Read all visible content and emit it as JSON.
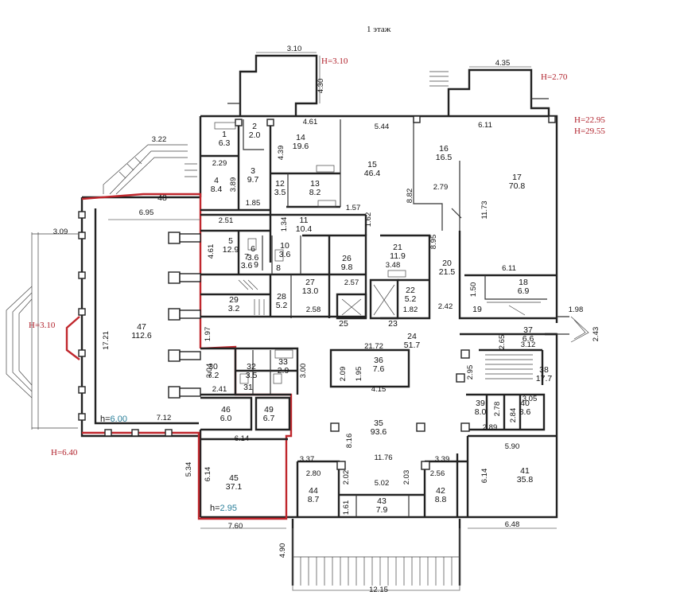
{
  "title": "1 этаж",
  "colors": {
    "wall": "#222222",
    "highlight": "#c0272d",
    "height_label": "#b0202a",
    "h_value": "#2a7f9a"
  },
  "height_marks": {
    "top_left_stair": "H=3.10",
    "top_right_stair": "H=2.70",
    "right_1": "H=22.95",
    "right_2": "H=29.55",
    "left_bay": "H=3.10",
    "left_bottom": "H=6.40"
  },
  "h_labels": {
    "hall_prefix": "h=",
    "hall_value": "6.00",
    "office_prefix": "h=",
    "office_value": "2.95"
  },
  "rooms": [
    {
      "num": "1",
      "area": "6.3"
    },
    {
      "num": "2",
      "area": "2.0"
    },
    {
      "num": "3",
      "area": "9.7"
    },
    {
      "num": "4",
      "area": "8.4"
    },
    {
      "num": "5",
      "area": "12.9"
    },
    {
      "num": "6",
      "area": "3.6"
    },
    {
      "num": "7",
      "area": "3.6"
    },
    {
      "num": "8",
      "area": ""
    },
    {
      "num": "9",
      "area": ""
    },
    {
      "num": "10",
      "area": "3.6"
    },
    {
      "num": "11",
      "area": "10.4"
    },
    {
      "num": "12",
      "area": "3.5"
    },
    {
      "num": "13",
      "area": "8.2"
    },
    {
      "num": "14",
      "area": "19.6"
    },
    {
      "num": "15",
      "area": "46.4"
    },
    {
      "num": "16",
      "area": "16.5"
    },
    {
      "num": "17",
      "area": "70.8"
    },
    {
      "num": "18",
      "area": "6.9"
    },
    {
      "num": "19",
      "area": ""
    },
    {
      "num": "20",
      "area": "21.5"
    },
    {
      "num": "21",
      "area": "11.9"
    },
    {
      "num": "22",
      "area": "5.2"
    },
    {
      "num": "23",
      "area": ""
    },
    {
      "num": "24",
      "area": "51.7"
    },
    {
      "num": "25",
      "area": ""
    },
    {
      "num": "26",
      "area": "9.8"
    },
    {
      "num": "27",
      "area": "13.0"
    },
    {
      "num": "28",
      "area": "5.2"
    },
    {
      "num": "29",
      "area": "3.2"
    },
    {
      "num": "30",
      "area": "7.2"
    },
    {
      "num": "31",
      "area": ""
    },
    {
      "num": "32",
      "area": "3.5"
    },
    {
      "num": "33",
      "area": "2.9"
    },
    {
      "num": "35",
      "area": "93.6"
    },
    {
      "num": "36",
      "area": "7.6"
    },
    {
      "num": "37",
      "area": "6.6"
    },
    {
      "num": "38",
      "area": "17.7"
    },
    {
      "num": "39",
      "area": "8.0"
    },
    {
      "num": "40",
      "area": "8.6"
    },
    {
      "num": "41",
      "area": "35.8"
    },
    {
      "num": "42",
      "area": "8.8"
    },
    {
      "num": "43",
      "area": "7.9"
    },
    {
      "num": "44",
      "area": "8.7"
    },
    {
      "num": "45",
      "area": "37.1"
    },
    {
      "num": "46",
      "area": "6.0"
    },
    {
      "num": "47",
      "area": "112.6"
    },
    {
      "num": "48",
      "area": ""
    },
    {
      "num": "49",
      "area": "6.7"
    }
  ],
  "dimensions": {
    "d3_10": "3.10",
    "d4_30": "4.30",
    "d4_35": "4.35",
    "d3_22": "3.22",
    "d4_61a": "4.61",
    "d5_44": "5.44",
    "d6_11a": "6.11",
    "d2_29": "2.29",
    "d4_39": "4.39",
    "d3_89": "3.89",
    "d8_82": "8.82",
    "d2_79": "2.79",
    "d11_73": "11.73",
    "d6_95": "6.95",
    "d1_85": "1.85",
    "d1_57": "1.57",
    "d1_62": "1.62",
    "d3_09": "3.09",
    "d2_51": "2.51",
    "d1_34": "1.34",
    "d4_61b": "4.61",
    "d8_95": "8.95",
    "d3_48": "3.48",
    "d6_11b": "6.11",
    "d1_50": "1.50",
    "d2_57": "2.57",
    "d1_82": "1.82",
    "d2_58": "2.58",
    "d2_42": "2.42",
    "d1_98": "1.98",
    "d2_43": "2.43",
    "d17_21": "17.21",
    "d1_97": "1.97",
    "d21_72": "21.72",
    "d2_65": "2.65",
    "d3_12": "3.12",
    "d3_04": "3.04",
    "d3_00": "3.00",
    "d2_09": "2.09",
    "d1_95": "1.95",
    "d4_15": "4.15",
    "d2_95": "2.95",
    "d2_41": "2.41",
    "d3_05": "3.05",
    "d2_78": "2.78",
    "d2_84": "2.84",
    "d7_12": "7.12",
    "d8_16": "8.16",
    "d2_89": "2.89",
    "d6_14a": "6.14",
    "d5_90": "5.90",
    "d11_76": "11.76",
    "d3_37": "3.37",
    "d3_39": "3.39",
    "d5_34": "5.34",
    "d6_14b": "6.14",
    "d2_80": "2.80",
    "d2_02": "2.02",
    "d5_02": "5.02",
    "d2_03": "2.03",
    "d2_56": "2.56",
    "d6_14c": "6.14",
    "d1_61": "1.61",
    "d7_60": "7.60",
    "d6_48": "6.48",
    "d4_90": "4.90",
    "d12_15": "12.15"
  }
}
